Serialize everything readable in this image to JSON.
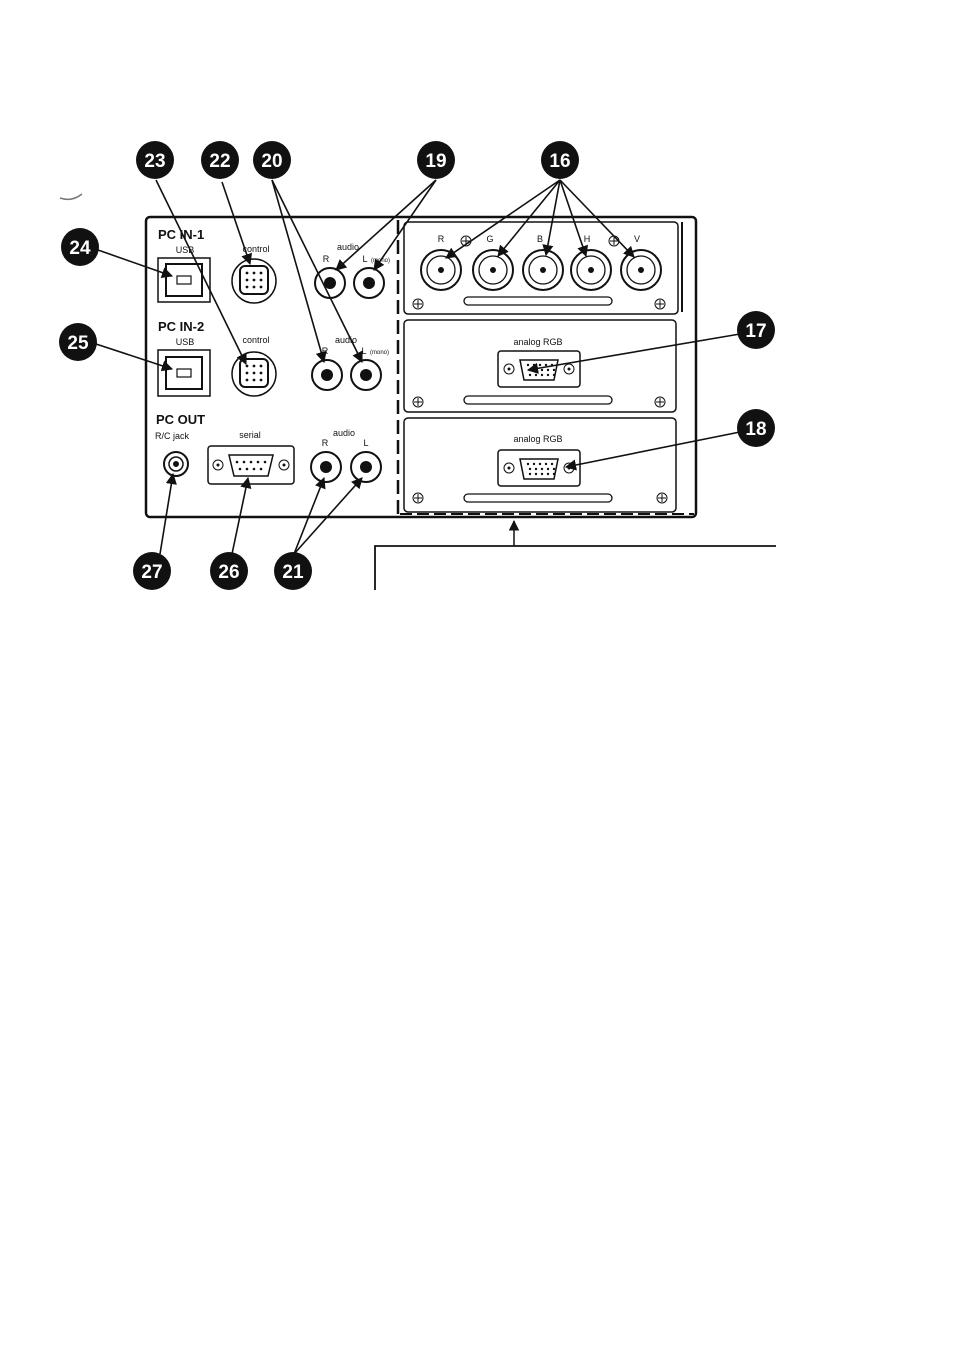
{
  "labels": {
    "pc_in_1": "PC IN-1",
    "pc_in_2": "PC IN-2",
    "pc_out": "PC OUT",
    "usb": "USB",
    "control": "control",
    "audio": "audio",
    "r": "R",
    "l": "L",
    "mono": "(mono)",
    "serial": "serial",
    "rc_jack": "R/C jack",
    "analog_rgb": "analog RGB",
    "bnc_r": "R",
    "bnc_g": "G",
    "bnc_b": "B",
    "bnc_h": "H",
    "bnc_v": "V"
  },
  "callouts": {
    "n16": "16",
    "n17": "17",
    "n18": "18",
    "n19": "19",
    "n20": "20",
    "n21": "21",
    "n22": "22",
    "n23": "23",
    "n24": "24",
    "n25": "25",
    "n26": "26",
    "n27": "27"
  }
}
